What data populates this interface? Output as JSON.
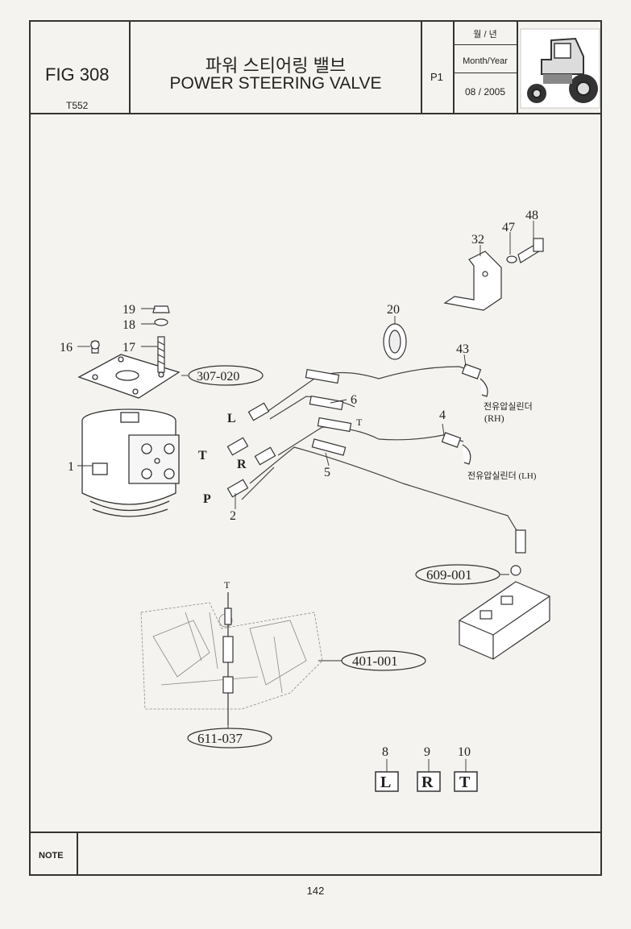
{
  "header": {
    "figure_number": "FIG 308",
    "model": "T552",
    "title_korean": "파워 스티어링 밸브",
    "title_english": "POWER STEERING VALVE",
    "page_code": "P1",
    "date_label_korean": "월 / 년",
    "date_label": "Month/Year",
    "date_value": "08 / 2005",
    "tractor_icon": "tractor-icon"
  },
  "diagram": {
    "part_numbers": {
      "p1": "1",
      "p2": "2",
      "p4": "4",
      "p5": "5",
      "p6": "6",
      "p16": "16",
      "p17": "17",
      "p18": "18",
      "p19": "19",
      "p20": "20",
      "p32": "32",
      "p43": "43",
      "p47": "47",
      "p48": "48",
      "p8": "8",
      "p9": "9",
      "p10": "10"
    },
    "port_letters": {
      "L": "L",
      "T": "T",
      "R": "R",
      "P": "P",
      "T_small": "T",
      "T_top": "T"
    },
    "references": {
      "ref_307_020": "307-020",
      "ref_609_001": "609-001",
      "ref_401_001": "401-001",
      "ref_611_037": "611-037"
    },
    "cylinder_rh": "전유압실린더",
    "cylinder_rh_tag": "(RH)",
    "cylinder_lh": "전유압실린더 (LH)",
    "tags": {
      "tag_L": "L",
      "tag_R": "R",
      "tag_T": "T"
    }
  },
  "footer": {
    "note_label": "NOTE",
    "page_number": "142"
  }
}
